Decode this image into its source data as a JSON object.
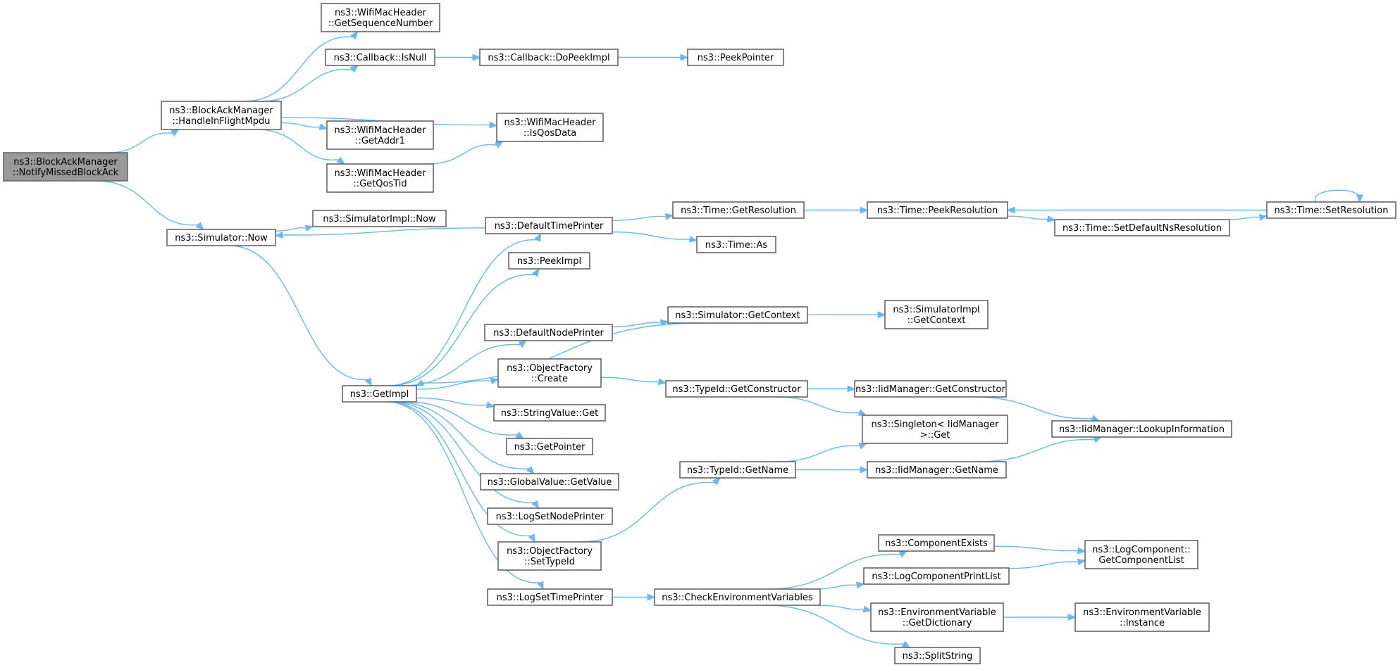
{
  "diagram": {
    "type": "call-graph",
    "colors": {
      "edge": "#63b8ff",
      "node_border": "#666666",
      "root_fill": "#999999",
      "node_fill": "#ffffff"
    },
    "nodes": [
      {
        "id": "notify",
        "lines": [
          "ns3::BlockAckManager",
          "::NotifyMissedBlockAck"
        ],
        "root": true
      },
      {
        "id": "handle",
        "lines": [
          "ns3::BlockAckManager",
          "::HandleInFlightMpdu"
        ]
      },
      {
        "id": "getseq",
        "lines": [
          "ns3::WifiMacHeader",
          "::GetSequenceNumber"
        ]
      },
      {
        "id": "isnull",
        "lines": [
          "ns3::Callback::IsNull"
        ]
      },
      {
        "id": "dopeek",
        "lines": [
          "ns3::Callback::DoPeekImpl"
        ]
      },
      {
        "id": "peekptr",
        "lines": [
          "ns3::PeekPointer"
        ]
      },
      {
        "id": "getaddr1",
        "lines": [
          "ns3::WifiMacHeader",
          "::GetAddr1"
        ]
      },
      {
        "id": "isqos",
        "lines": [
          "ns3::WifiMacHeader",
          "::IsQosData"
        ]
      },
      {
        "id": "getqostid",
        "lines": [
          "ns3::WifiMacHeader",
          "::GetQosTid"
        ]
      },
      {
        "id": "simnow",
        "lines": [
          "ns3::Simulator::Now"
        ]
      },
      {
        "id": "simimplnow",
        "lines": [
          "ns3::SimulatorImpl::Now"
        ]
      },
      {
        "id": "deftp",
        "lines": [
          "ns3::DefaultTimePrinter"
        ]
      },
      {
        "id": "getres",
        "lines": [
          "ns3::Time::GetResolution"
        ]
      },
      {
        "id": "peekres",
        "lines": [
          "ns3::Time::PeekResolution"
        ]
      },
      {
        "id": "setres",
        "lines": [
          "ns3::Time::SetResolution"
        ]
      },
      {
        "id": "setdefns",
        "lines": [
          "ns3::Time::SetDefaultNsResolution"
        ]
      },
      {
        "id": "timeas",
        "lines": [
          "ns3::Time::As"
        ]
      },
      {
        "id": "peekimpl",
        "lines": [
          "ns3::PeekImpl"
        ]
      },
      {
        "id": "simgetctx",
        "lines": [
          "ns3::Simulator::GetContext"
        ]
      },
      {
        "id": "simimplctx",
        "lines": [
          "ns3::SimulatorImpl",
          "::GetContext"
        ]
      },
      {
        "id": "defnp",
        "lines": [
          "ns3::DefaultNodePrinter"
        ]
      },
      {
        "id": "getimpl",
        "lines": [
          "ns3::GetImpl"
        ]
      },
      {
        "id": "ofcreate",
        "lines": [
          "ns3::ObjectFactory",
          "::Create"
        ]
      },
      {
        "id": "getctor",
        "lines": [
          "ns3::TypeId::GetConstructor"
        ]
      },
      {
        "id": "iidgetctor",
        "lines": [
          "ns3::IidManager::GetConstructor"
        ]
      },
      {
        "id": "lookup",
        "lines": [
          "ns3::IidManager::LookupInformation"
        ]
      },
      {
        "id": "strget",
        "lines": [
          "ns3::StringValue::Get"
        ]
      },
      {
        "id": "singleton",
        "lines": [
          "ns3::Singleton< IidManager",
          ">::Get"
        ]
      },
      {
        "id": "getpointer",
        "lines": [
          "ns3::GetPointer"
        ]
      },
      {
        "id": "typeidgetname",
        "lines": [
          "ns3::TypeId::GetName"
        ]
      },
      {
        "id": "iidgetname",
        "lines": [
          "ns3::IidManager::GetName"
        ]
      },
      {
        "id": "gvgetvalue",
        "lines": [
          "ns3::GlobalValue::GetValue"
        ]
      },
      {
        "id": "logsetnp",
        "lines": [
          "ns3::LogSetNodePrinter"
        ]
      },
      {
        "id": "ofsettypeid",
        "lines": [
          "ns3::ObjectFactory",
          "::SetTypeId"
        ]
      },
      {
        "id": "compexists",
        "lines": [
          "ns3::ComponentExists"
        ]
      },
      {
        "id": "getcomplist",
        "lines": [
          "ns3::LogComponent::",
          "GetComponentList"
        ]
      },
      {
        "id": "logcompprint",
        "lines": [
          "ns3::LogComponentPrintList"
        ]
      },
      {
        "id": "logsettp",
        "lines": [
          "ns3::LogSetTimePrinter"
        ]
      },
      {
        "id": "checkenv",
        "lines": [
          "ns3::CheckEnvironmentVariables"
        ]
      },
      {
        "id": "envgetdict",
        "lines": [
          "ns3::EnvironmentVariable",
          "::GetDictionary"
        ]
      },
      {
        "id": "envinstance",
        "lines": [
          "ns3::EnvironmentVariable",
          "::Instance"
        ]
      },
      {
        "id": "splitstring",
        "lines": [
          "ns3::SplitString"
        ]
      }
    ],
    "edges": [
      [
        "notify",
        "handle"
      ],
      [
        "notify",
        "simnow"
      ],
      [
        "handle",
        "getseq"
      ],
      [
        "handle",
        "isnull"
      ],
      [
        "handle",
        "isqos"
      ],
      [
        "handle",
        "getaddr1"
      ],
      [
        "handle",
        "getqostid"
      ],
      [
        "isnull",
        "dopeek"
      ],
      [
        "dopeek",
        "peekptr"
      ],
      [
        "getqostid",
        "isqos"
      ],
      [
        "simnow",
        "simimplnow"
      ],
      [
        "simnow",
        "getimpl"
      ],
      [
        "deftp",
        "simnow"
      ],
      [
        "deftp",
        "getres"
      ],
      [
        "deftp",
        "timeas"
      ],
      [
        "getres",
        "peekres"
      ],
      [
        "peekres",
        "setdefns"
      ],
      [
        "setdefns",
        "setres"
      ],
      [
        "setres",
        "peekres"
      ],
      [
        "setres",
        "setres"
      ],
      [
        "simgetctx",
        "getimpl"
      ],
      [
        "simgetctx",
        "simimplctx"
      ],
      [
        "defnp",
        "simgetctx"
      ],
      [
        "getimpl",
        "deftp"
      ],
      [
        "getimpl",
        "peekimpl"
      ],
      [
        "getimpl",
        "defnp"
      ],
      [
        "getimpl",
        "ofcreate"
      ],
      [
        "getimpl",
        "strget"
      ],
      [
        "getimpl",
        "getpointer"
      ],
      [
        "getimpl",
        "gvgetvalue"
      ],
      [
        "getimpl",
        "logsetnp"
      ],
      [
        "getimpl",
        "ofsettypeid"
      ],
      [
        "getimpl",
        "logsettp"
      ],
      [
        "ofcreate",
        "getctor"
      ],
      [
        "getctor",
        "iidgetctor"
      ],
      [
        "getctor",
        "singleton"
      ],
      [
        "iidgetctor",
        "lookup"
      ],
      [
        "ofsettypeid",
        "typeidgetname"
      ],
      [
        "typeidgetname",
        "singleton"
      ],
      [
        "typeidgetname",
        "iidgetname"
      ],
      [
        "iidgetname",
        "lookup"
      ],
      [
        "logsettp",
        "checkenv"
      ],
      [
        "checkenv",
        "compexists"
      ],
      [
        "checkenv",
        "logcompprint"
      ],
      [
        "checkenv",
        "envgetdict"
      ],
      [
        "checkenv",
        "splitstring"
      ],
      [
        "compexists",
        "getcomplist"
      ],
      [
        "logcompprint",
        "getcomplist"
      ],
      [
        "envgetdict",
        "envinstance"
      ]
    ]
  }
}
